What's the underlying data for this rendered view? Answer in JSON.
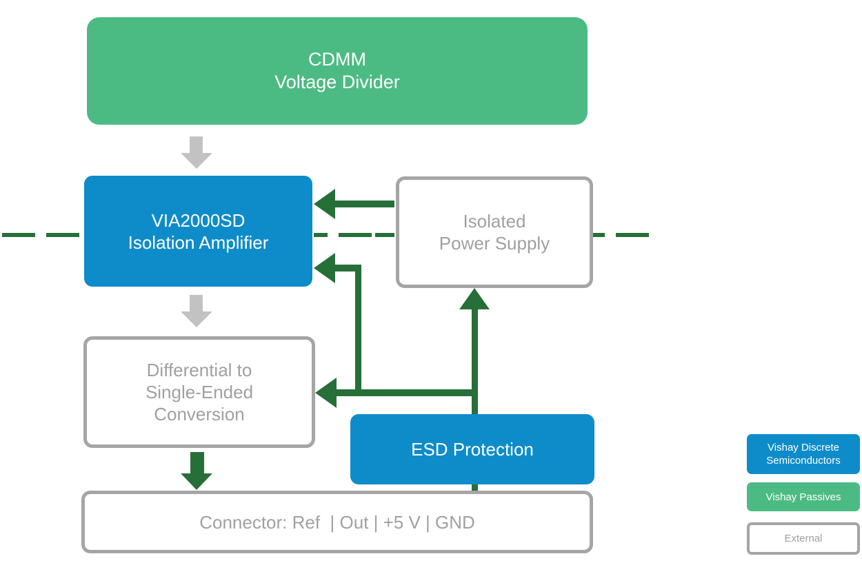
{
  "nodes": {
    "cdmm": {
      "line1": "CDMM",
      "line2": "Voltage Divider"
    },
    "amplifier": {
      "line1": "VIA2000SD",
      "line2": "Isolation Amplifier"
    },
    "psu": {
      "line1": "Isolated",
      "line2": "Power Supply"
    },
    "diff": {
      "line1": "Differential to",
      "line2": "Single-Ended",
      "line3": "Conversion"
    },
    "esd": {
      "label": "ESD Protection"
    },
    "connector": {
      "label": "Connector: Ref  | Out | +5 V | GND"
    }
  },
  "legend": {
    "discrete": {
      "line1": "Vishay Discrete",
      "line2": "Semiconductors"
    },
    "passives": {
      "label": "Vishay Passives"
    },
    "external": {
      "label": "External"
    }
  },
  "colors": {
    "blue": "#0E8CC9",
    "green": "#4CBB83",
    "dark_green": "#276F38",
    "gray_border": "#A5A5A5",
    "gray_text": "#A0A0A0",
    "gray_arrow": "#C2C2C2"
  }
}
